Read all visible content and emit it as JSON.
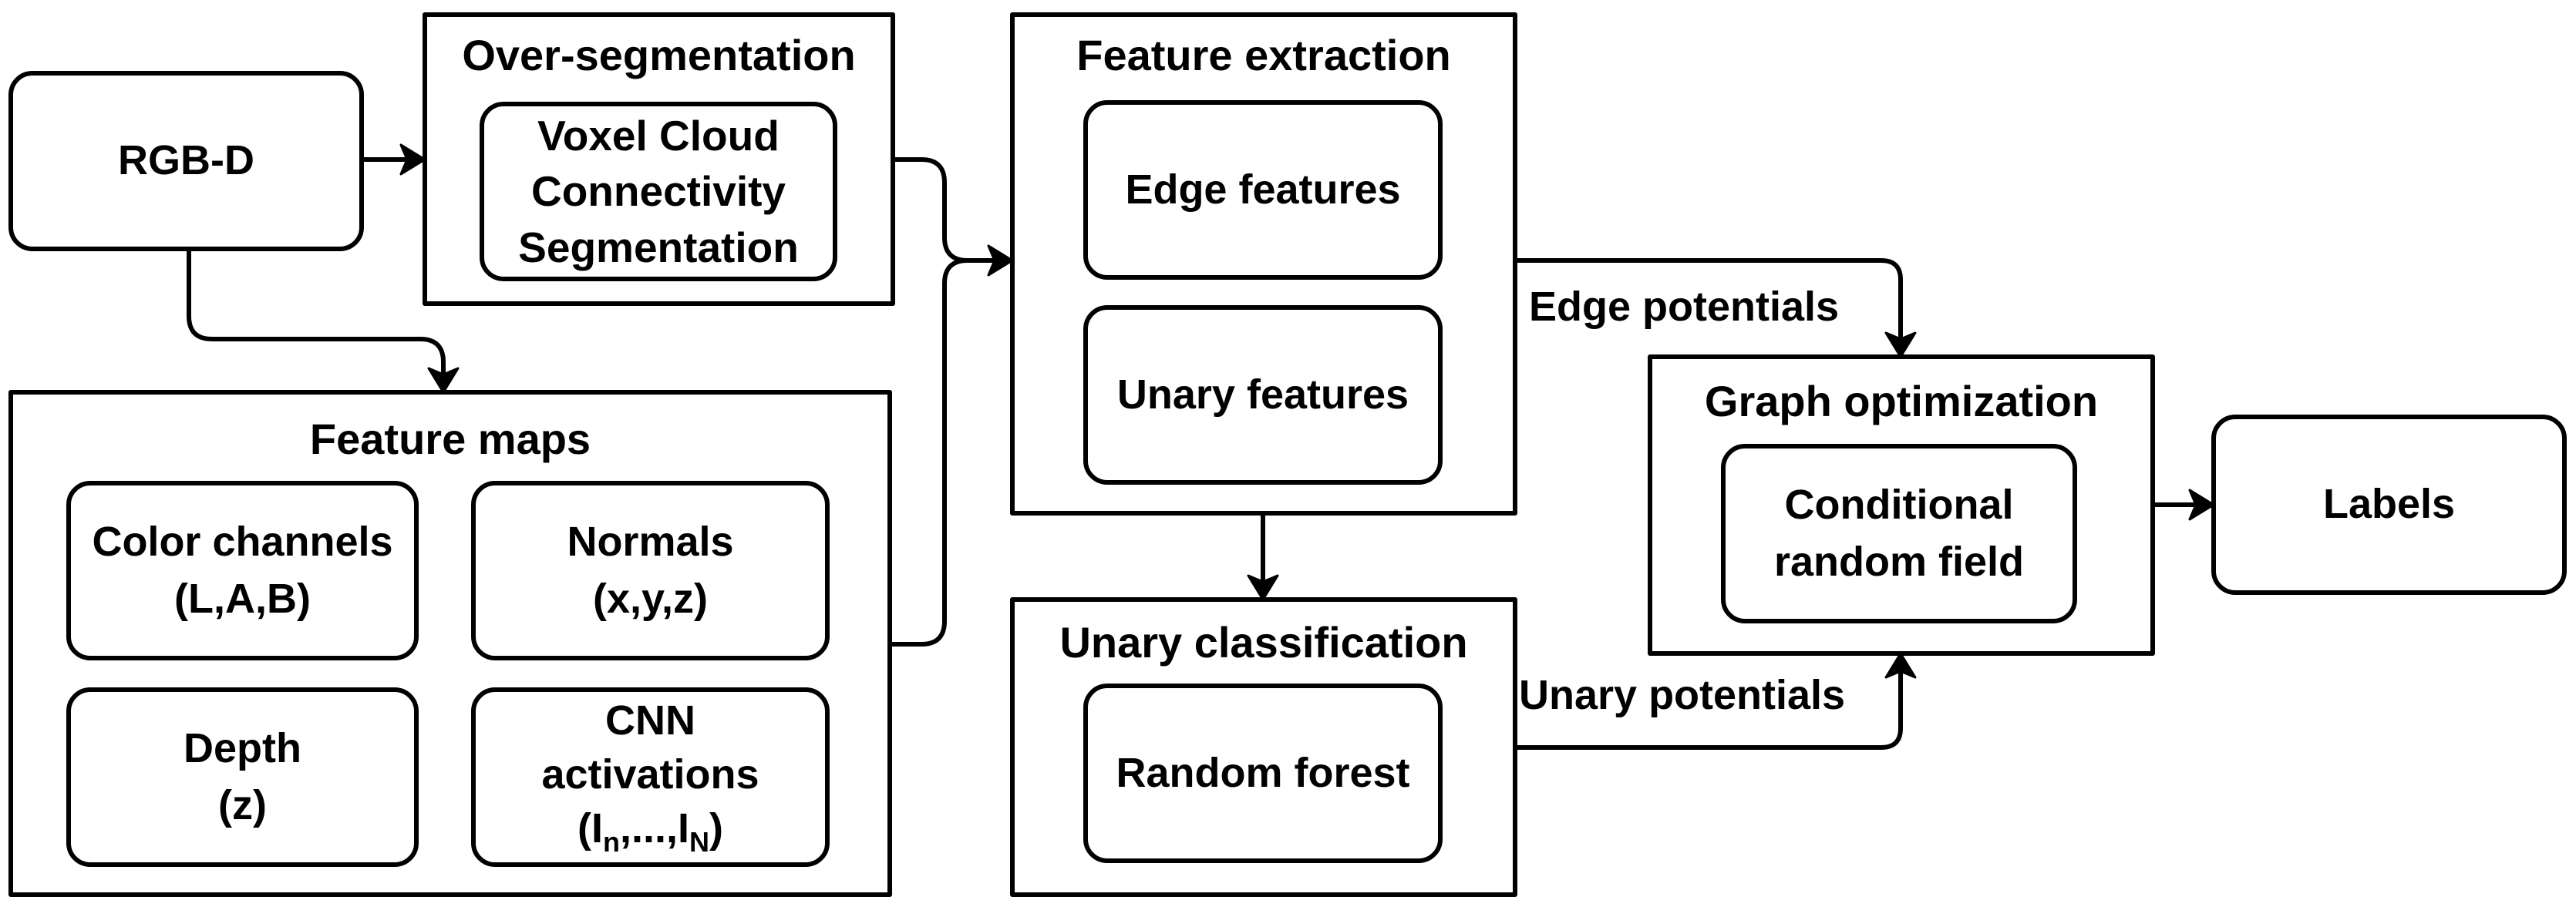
{
  "nodes": {
    "rgbd": "RGB-D",
    "over_segmentation": {
      "title": "Over-segmentation",
      "vccs": [
        "Voxel Cloud",
        "Connectivity",
        "Segmentation"
      ]
    },
    "feature_maps": {
      "title": "Feature maps",
      "color": [
        "Color channels",
        "(L,A,B)"
      ],
      "normals": [
        "Normals",
        "(x,y,z)"
      ],
      "depth": [
        "Depth",
        "(z)"
      ],
      "cnn": [
        "CNN",
        "activations"
      ],
      "cnn_range": {
        "open": "(I",
        "sub_start": "n",
        "mid": ",...,I",
        "sub_end": "N",
        "close": ")"
      }
    },
    "feature_extraction": {
      "title": "Feature extraction",
      "edge": "Edge features",
      "unary": "Unary features"
    },
    "unary_classification": {
      "title": "Unary classification",
      "rf": "Random forest"
    },
    "graph_optimization": {
      "title": "Graph optimization",
      "crf": [
        "Conditional",
        "random field"
      ]
    },
    "labels": "Labels"
  },
  "edges": {
    "edge_potentials": "Edge potentials",
    "unary_potentials": "Unary potentials"
  }
}
